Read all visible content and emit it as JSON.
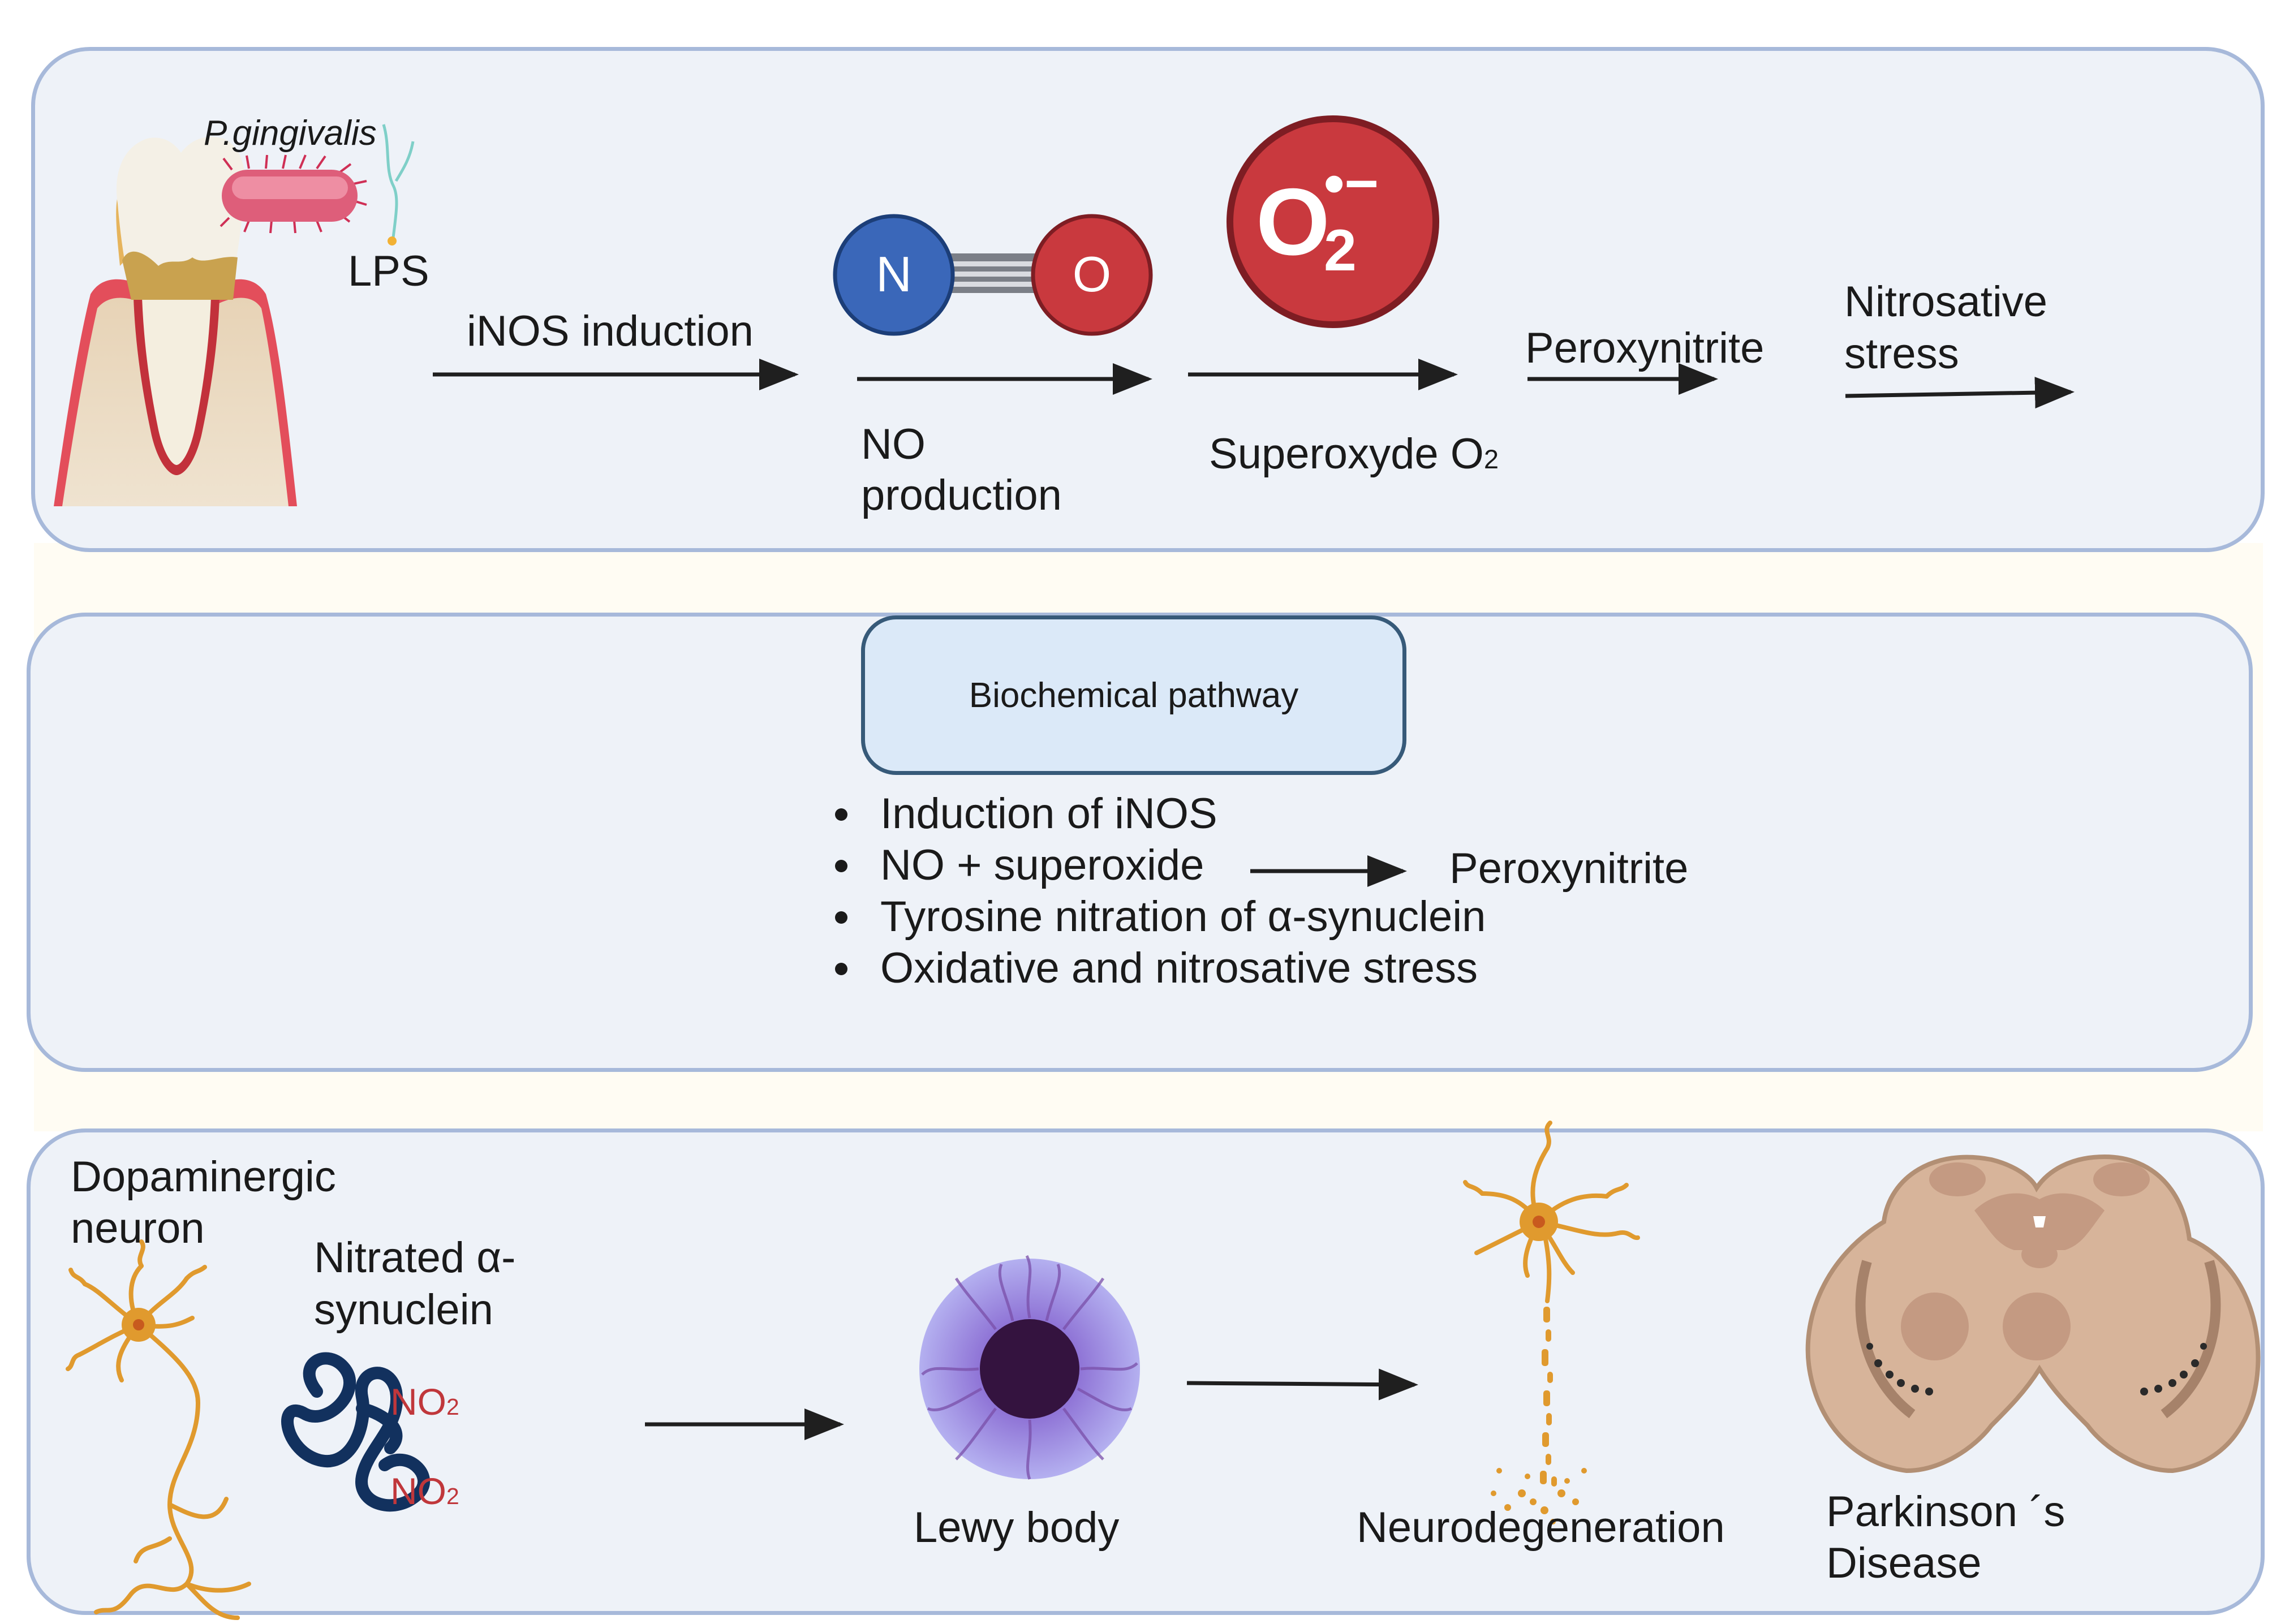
{
  "colors": {
    "panel_fill": "#eef2f8",
    "panel_border": "#a7b9da",
    "pathway_box_fill": "#dbe9f8",
    "pathway_box_border": "#375a79",
    "nitrogen_atom": "#3a67b9",
    "oxygen_atom": "#c9393e",
    "neuron": "#e09a2e",
    "synuclein": "#12315e",
    "lewy_body": "#9b8ee3",
    "brain_tissue": "#d7b49a",
    "no2_text": "#c0373b"
  },
  "top_panel": {
    "bacterium_label": "P.gingivalis",
    "lps_label": "LPS",
    "step1_label": "iNOS induction",
    "no_molecule": {
      "n_symbol": "N",
      "o_symbol": "O"
    },
    "step2_label_line1": "NO",
    "step2_label_line2": "production",
    "superoxide_symbol": "O",
    "superoxide_subscript": "2",
    "superoxide_charge": "•−",
    "step3_label": "Superoxyde O",
    "step3_subscript": "2",
    "step4_label": "Peroxynitrite",
    "step5_label_line1": "Nitrosative",
    "step5_label_line2": "stress"
  },
  "middle_panel": {
    "title": "Biochemical pathway",
    "bullets": [
      "Induction of iNOS",
      "NO + superoxide",
      "Tyrosine nitration of α-synuclein",
      "Oxidative and nitrosative stress"
    ],
    "bullet2_result": "Peroxynitrite"
  },
  "bottom_panel": {
    "neuron_label_line1": "Dopaminergic",
    "neuron_label_line2": "neuron",
    "synuclein_label_line1": "Nitrated α-",
    "synuclein_label_line2": "synuclein",
    "no2_label": "NO",
    "no2_subscript": "2",
    "lewy_label": "Lewy body",
    "neurodegeneration_label": "Neurodegeneration",
    "disease_label_line1": "Parkinson ´s",
    "disease_label_line2": "Disease"
  }
}
